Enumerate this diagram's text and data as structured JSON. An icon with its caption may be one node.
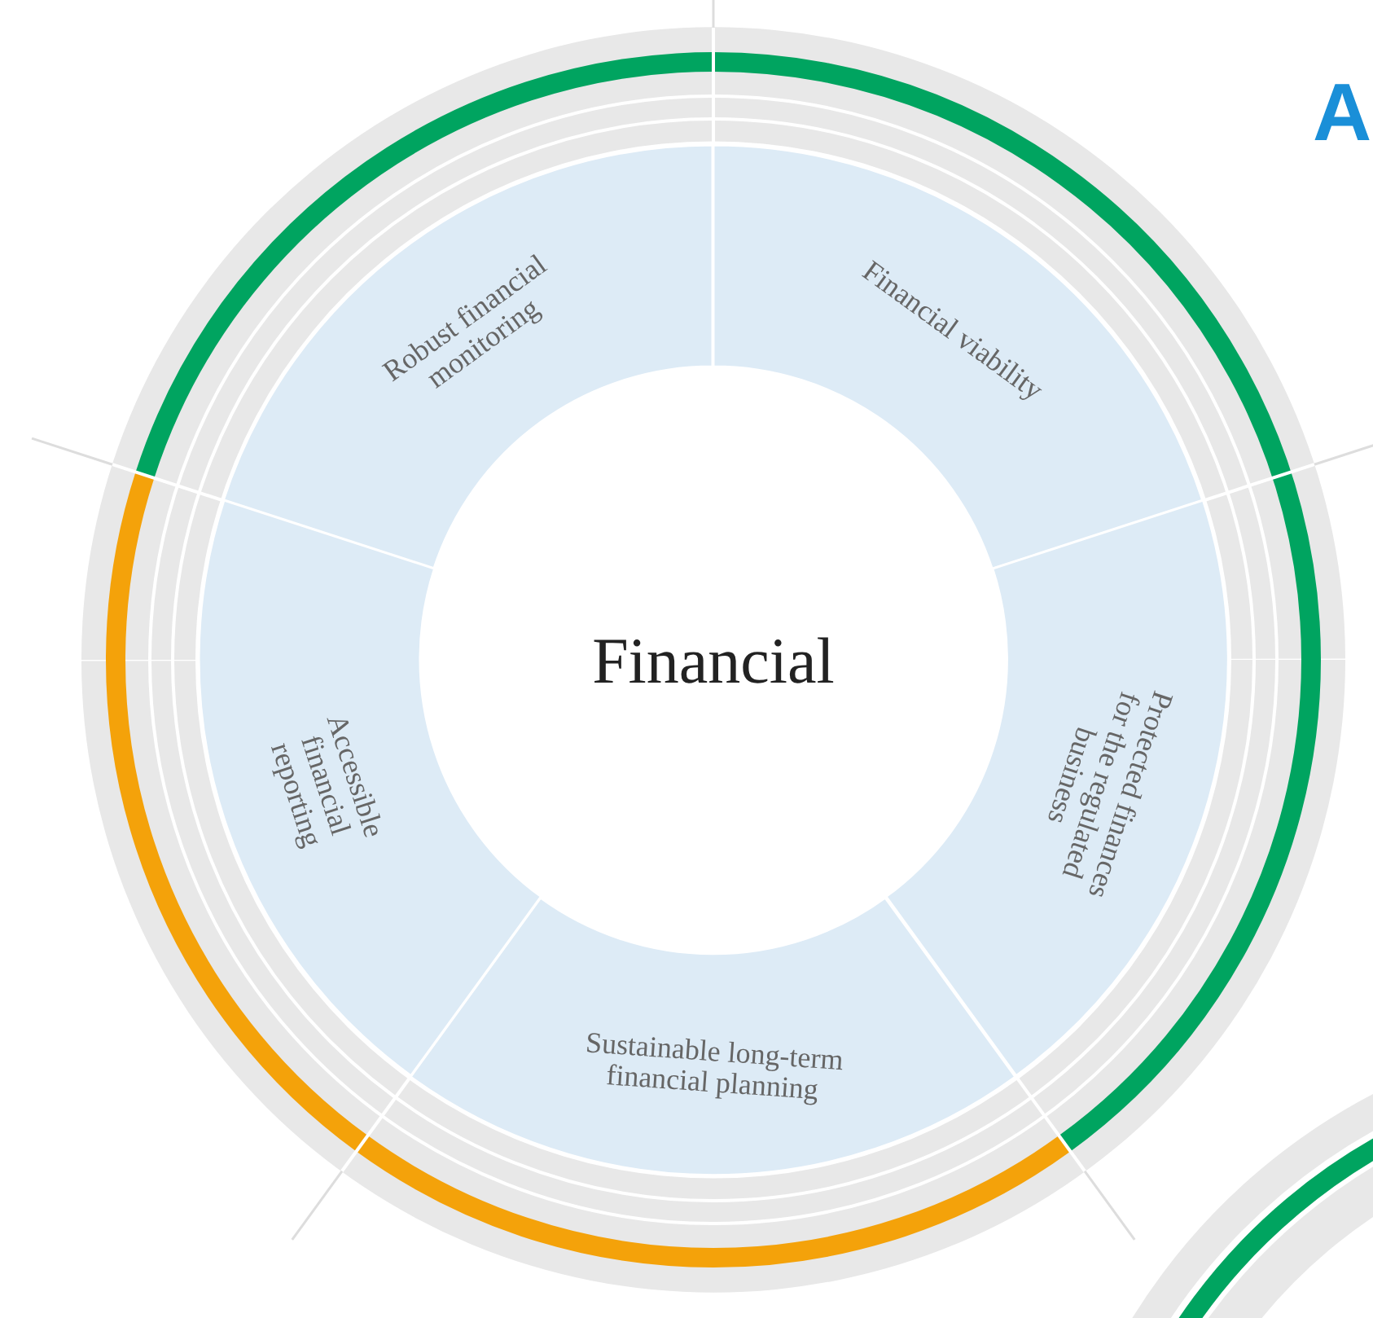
{
  "diagram": {
    "nodes": [
      {
        "text": [
          "Financial"
        ]
      },
      {
        "text": [
          "Robust financial monitoring"
        ]
      },
      {
        "text": [
          "Financial viability"
        ]
      },
      {
        "text": [
          "Protected finances for the regulated business"
        ]
      },
      {
        "text": [
          "Sustainable long-term financial planning"
        ]
      },
      {
        "text": [
          "Accessible financial reporting"
        ]
      }
    ],
    "labels": [
      "A"
    ]
  }
}
